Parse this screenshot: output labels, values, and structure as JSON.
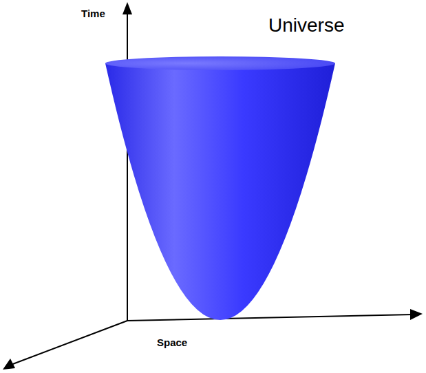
{
  "diagram": {
    "labels": [
      "Time",
      "Universe",
      "Space"
    ]
  }
}
